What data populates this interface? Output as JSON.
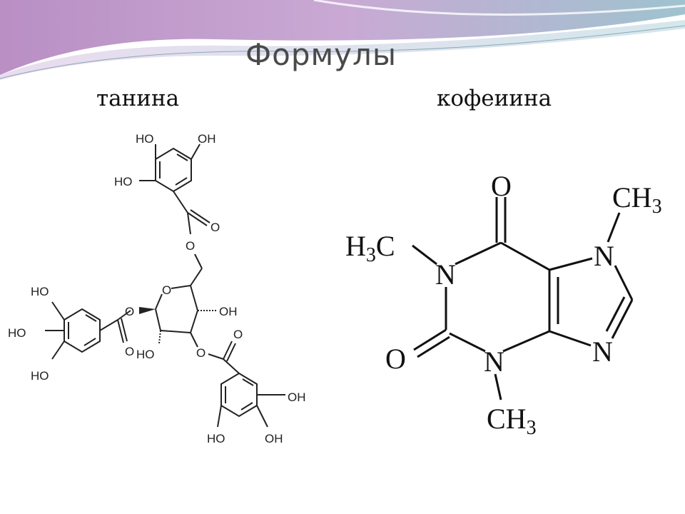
{
  "slide": {
    "title": "Формулы",
    "left_caption": "танина",
    "right_caption": "кофеиина"
  },
  "tannin": {
    "labels": {
      "ho_a": "HO",
      "oh_a": "OH",
      "ho_b": "HO",
      "o_carbonyl_top": "O",
      "o_ester_top": "O",
      "o_ring": "O",
      "oh_ring": "OH",
      "ho_ring": "HO",
      "o_ester_left": "O",
      "o_carbonyl_left": "O",
      "o_ester_bottom": "O",
      "o_carbonyl_bottom": "O",
      "ho_c": "HO",
      "ho_d": "HO",
      "ho_e": "HO",
      "oh_f": "OH",
      "ho_g": "HO",
      "oh_g": "OH"
    }
  },
  "caffeine": {
    "labels": {
      "o_top": "O",
      "ch3_top_main": "CH",
      "ch3_top_sub": "3",
      "h3c_h": "H",
      "h3c_sub": "3",
      "h3c_c": "C",
      "n1": "N",
      "n7": "N",
      "n9": "N",
      "n3": "N",
      "o_left": "O",
      "ch3_bottom_main": "CH",
      "ch3_bottom_sub": "3"
    }
  }
}
